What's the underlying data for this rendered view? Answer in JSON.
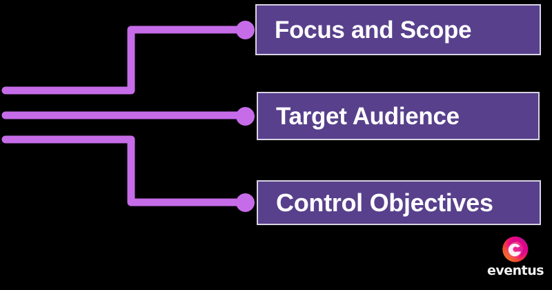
{
  "diagram": {
    "title": "Focus and Scope / Target Audience / Control Objectives branch diagram",
    "background_color": "#000000",
    "node_fill_color": "#58408c",
    "node_border_color": "#d9d4e4",
    "node_text_color": "#ffffff",
    "connector_color": "#c66ce8",
    "nodes": [
      {
        "id": "focus-and-scope",
        "label": "Focus and Scope"
      },
      {
        "id": "target-audience",
        "label": "Target Audience"
      },
      {
        "id": "control-objectives",
        "label": "Control Objectives"
      }
    ],
    "connectors": [
      {
        "id": "connector-focus-and-scope",
        "style": "elbow-up"
      },
      {
        "id": "connector-target-audience",
        "style": "straight"
      },
      {
        "id": "connector-control-objectives",
        "style": "elbow-down"
      }
    ]
  },
  "branding": {
    "logo_wordmark": "eventus",
    "logo_icon": "eventus-swirl-icon",
    "logo_colors": [
      "#f7941d",
      "#ef4136",
      "#ec008c",
      "#92278f"
    ]
  }
}
